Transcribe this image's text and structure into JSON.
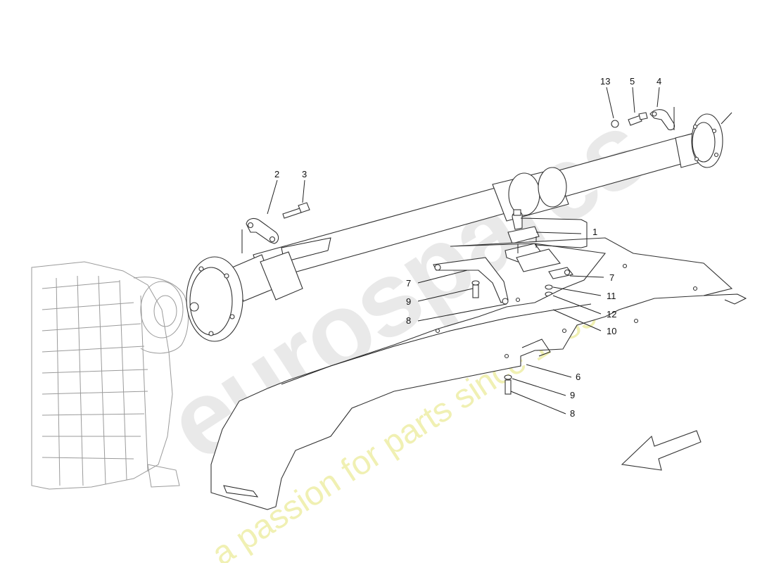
{
  "callouts": {
    "c1": "1",
    "c2": "2",
    "c3": "3",
    "c4": "4",
    "c5": "5",
    "c6": "6",
    "c7a": "7",
    "c7b": "7",
    "c8a": "8",
    "c8b": "8",
    "c9a": "9",
    "c9b": "9",
    "c10": "10",
    "c11": "11",
    "c12": "12",
    "c13": "13"
  },
  "watermark": {
    "brand": "eurospares",
    "tagline": "a passion for parts since 1985"
  },
  "direction_arrow": {
    "icon": "front-direction-arrow-icon"
  }
}
